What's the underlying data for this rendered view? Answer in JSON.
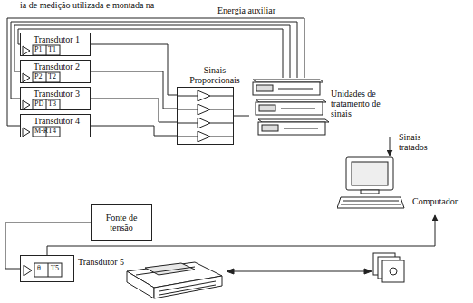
{
  "diagram": {
    "nodes": [
      {
        "text": [
          "Transdutor 1"
        ]
      },
      {
        "text": [
          "Transdutor 2"
        ]
      },
      {
        "text": [
          "Transdutor 3"
        ]
      },
      {
        "text": [
          "Transdutor 4"
        ]
      },
      {
        "text": [
          "Sinais Proporcionais"
        ]
      },
      {
        "text": [
          "Unidades de tratamento de sinais"
        ]
      },
      {
        "text": [
          "Computador"
        ]
      },
      {
        "text": [
          "Fonte de tensão"
        ]
      },
      {
        "text": [
          "Transdutor 5"
        ]
      }
    ],
    "edges": [
      {
        "from": 0,
        "to": 4,
        "arrow": "none"
      },
      {
        "from": 1,
        "to": 4,
        "arrow": "none"
      },
      {
        "from": 2,
        "to": 4,
        "arrow": "none"
      },
      {
        "from": 3,
        "to": 4,
        "arrow": "none"
      },
      {
        "from": 4,
        "to": 5,
        "arrow": "none"
      },
      {
        "from": 5,
        "to": 6,
        "label": "Sinais tratados",
        "arrow": "to"
      },
      {
        "from": 5,
        "to": 0,
        "label": "Energia auxiliar",
        "arrow": "none"
      },
      {
        "from": 5,
        "to": 1,
        "arrow": "none"
      },
      {
        "from": 5,
        "to": 2,
        "arrow": "none"
      },
      {
        "from": 5,
        "to": 3,
        "arrow": "none"
      },
      {
        "from": 7,
        "to": 8,
        "arrow": "none"
      },
      {
        "from": 8,
        "to": 6,
        "arrow": "to"
      }
    ],
    "labels": [
      "ia de medição utilizada e montada na",
      "P1",
      "T1",
      "P2",
      "T2",
      "PD",
      "T3",
      "M-R",
      "T4",
      "θ",
      "T5"
    ]
  }
}
